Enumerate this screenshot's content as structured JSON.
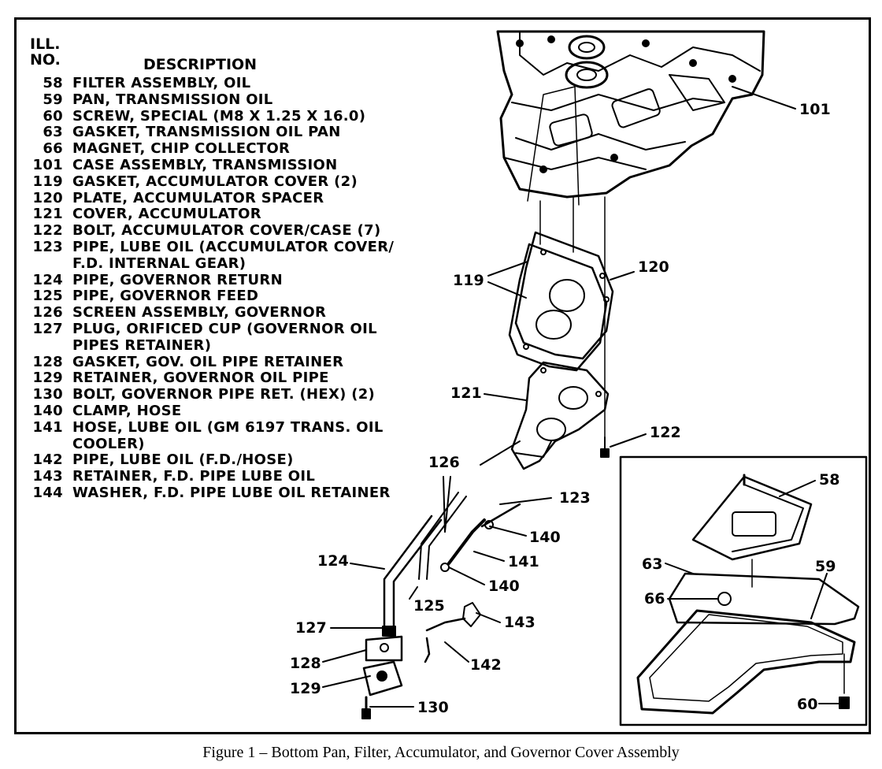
{
  "legend": {
    "header_ill": "ILL.",
    "header_no": "NO.",
    "header_description": "DESCRIPTION",
    "items": [
      {
        "no": "58",
        "text": "FILTER ASSEMBLY, OIL"
      },
      {
        "no": "59",
        "text": "PAN, TRANSMISSION OIL"
      },
      {
        "no": "60",
        "text": "SCREW, SPECIAL (M8 X 1.25 X 16.0)"
      },
      {
        "no": "63",
        "text": "GASKET, TRANSMISSION OIL PAN"
      },
      {
        "no": "66",
        "text": "MAGNET, CHIP COLLECTOR"
      },
      {
        "no": "101",
        "text": "CASE ASSEMBLY, TRANSMISSION"
      },
      {
        "no": "119",
        "text": "GASKET, ACCUMULATOR COVER (2)"
      },
      {
        "no": "120",
        "text": "PLATE, ACCUMULATOR SPACER"
      },
      {
        "no": "121",
        "text": "COVER, ACCUMULATOR"
      },
      {
        "no": "122",
        "text": "BOLT, ACCUMULATOR COVER/CASE (7)"
      },
      {
        "no": "123",
        "text": "PIPE, LUBE OIL (ACCUMULATOR COVER/"
      },
      {
        "no": "",
        "text": "F.D. INTERNAL GEAR)"
      },
      {
        "no": "124",
        "text": "PIPE, GOVERNOR RETURN"
      },
      {
        "no": "125",
        "text": "PIPE, GOVERNOR FEED"
      },
      {
        "no": "126",
        "text": "SCREEN ASSEMBLY, GOVERNOR"
      },
      {
        "no": "127",
        "text": "PLUG, ORIFICED CUP (GOVERNOR OIL"
      },
      {
        "no": "",
        "text": "PIPES RETAINER)"
      },
      {
        "no": "128",
        "text": "GASKET, GOV. OIL PIPE RETAINER"
      },
      {
        "no": "129",
        "text": "RETAINER, GOVERNOR OIL PIPE"
      },
      {
        "no": "130",
        "text": "BOLT, GOVERNOR PIPE RET. (HEX) (2)"
      },
      {
        "no": "140",
        "text": "CLAMP, HOSE"
      },
      {
        "no": "141",
        "text": "HOSE, LUBE OIL (GM 6197 TRANS. OIL"
      },
      {
        "no": "",
        "text": "COOLER)"
      },
      {
        "no": "142",
        "text": "PIPE, LUBE OIL (F.D./HOSE)"
      },
      {
        "no": "143",
        "text": "RETAINER, F.D. PIPE LUBE OIL"
      },
      {
        "no": "144",
        "text": "WASHER, F.D. PIPE LUBE OIL RETAINER"
      }
    ]
  },
  "callouts": {
    "c101": "101",
    "c119": "119",
    "c120": "120",
    "c121": "121",
    "c122": "122",
    "c126": "126",
    "c123": "123",
    "c140a": "140",
    "c141": "141",
    "c140b": "140",
    "c124": "124",
    "c125": "125",
    "c127": "127",
    "c143": "143",
    "c128": "128",
    "c142": "142",
    "c129": "129",
    "c130": "130",
    "c58": "58",
    "c63": "63",
    "c59": "59",
    "c66": "66",
    "c60": "60"
  },
  "caption": "Figure 1 – Bottom Pan, Filter, Accumulator, and Governor Cover Assembly"
}
